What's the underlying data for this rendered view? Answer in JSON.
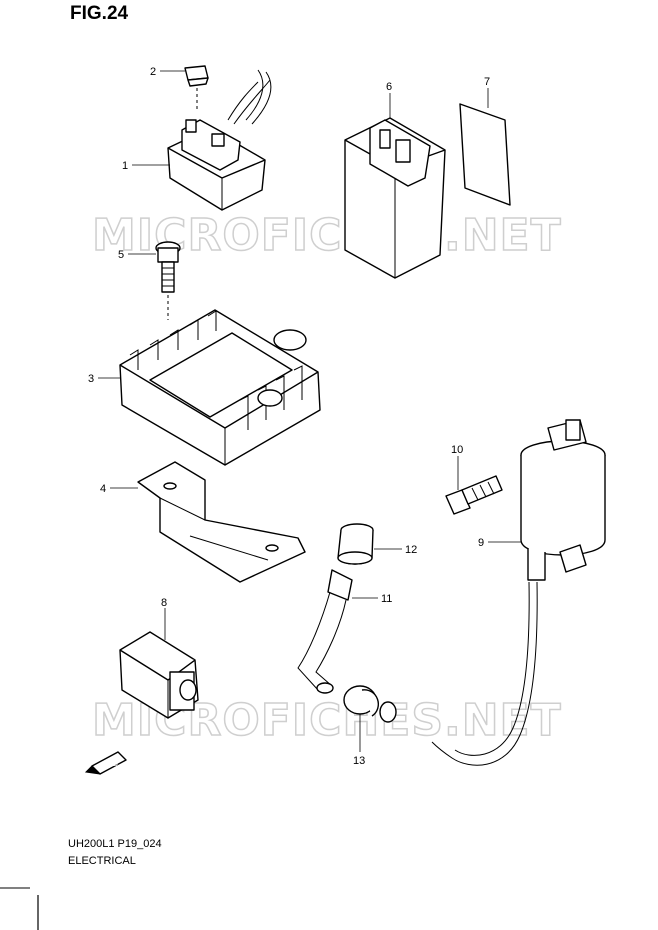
{
  "figure": {
    "title": "FIG.24"
  },
  "watermark": {
    "text": "MICROFICHES.NET"
  },
  "callouts": [
    "1",
    "2",
    "3",
    "4",
    "5",
    "6",
    "7",
    "8",
    "9",
    "10",
    "11",
    "12",
    "13"
  ],
  "footer": {
    "code": "UH200L1 P19_024",
    "section": "ELECTRICAL"
  },
  "fwd_badge": "FWD"
}
